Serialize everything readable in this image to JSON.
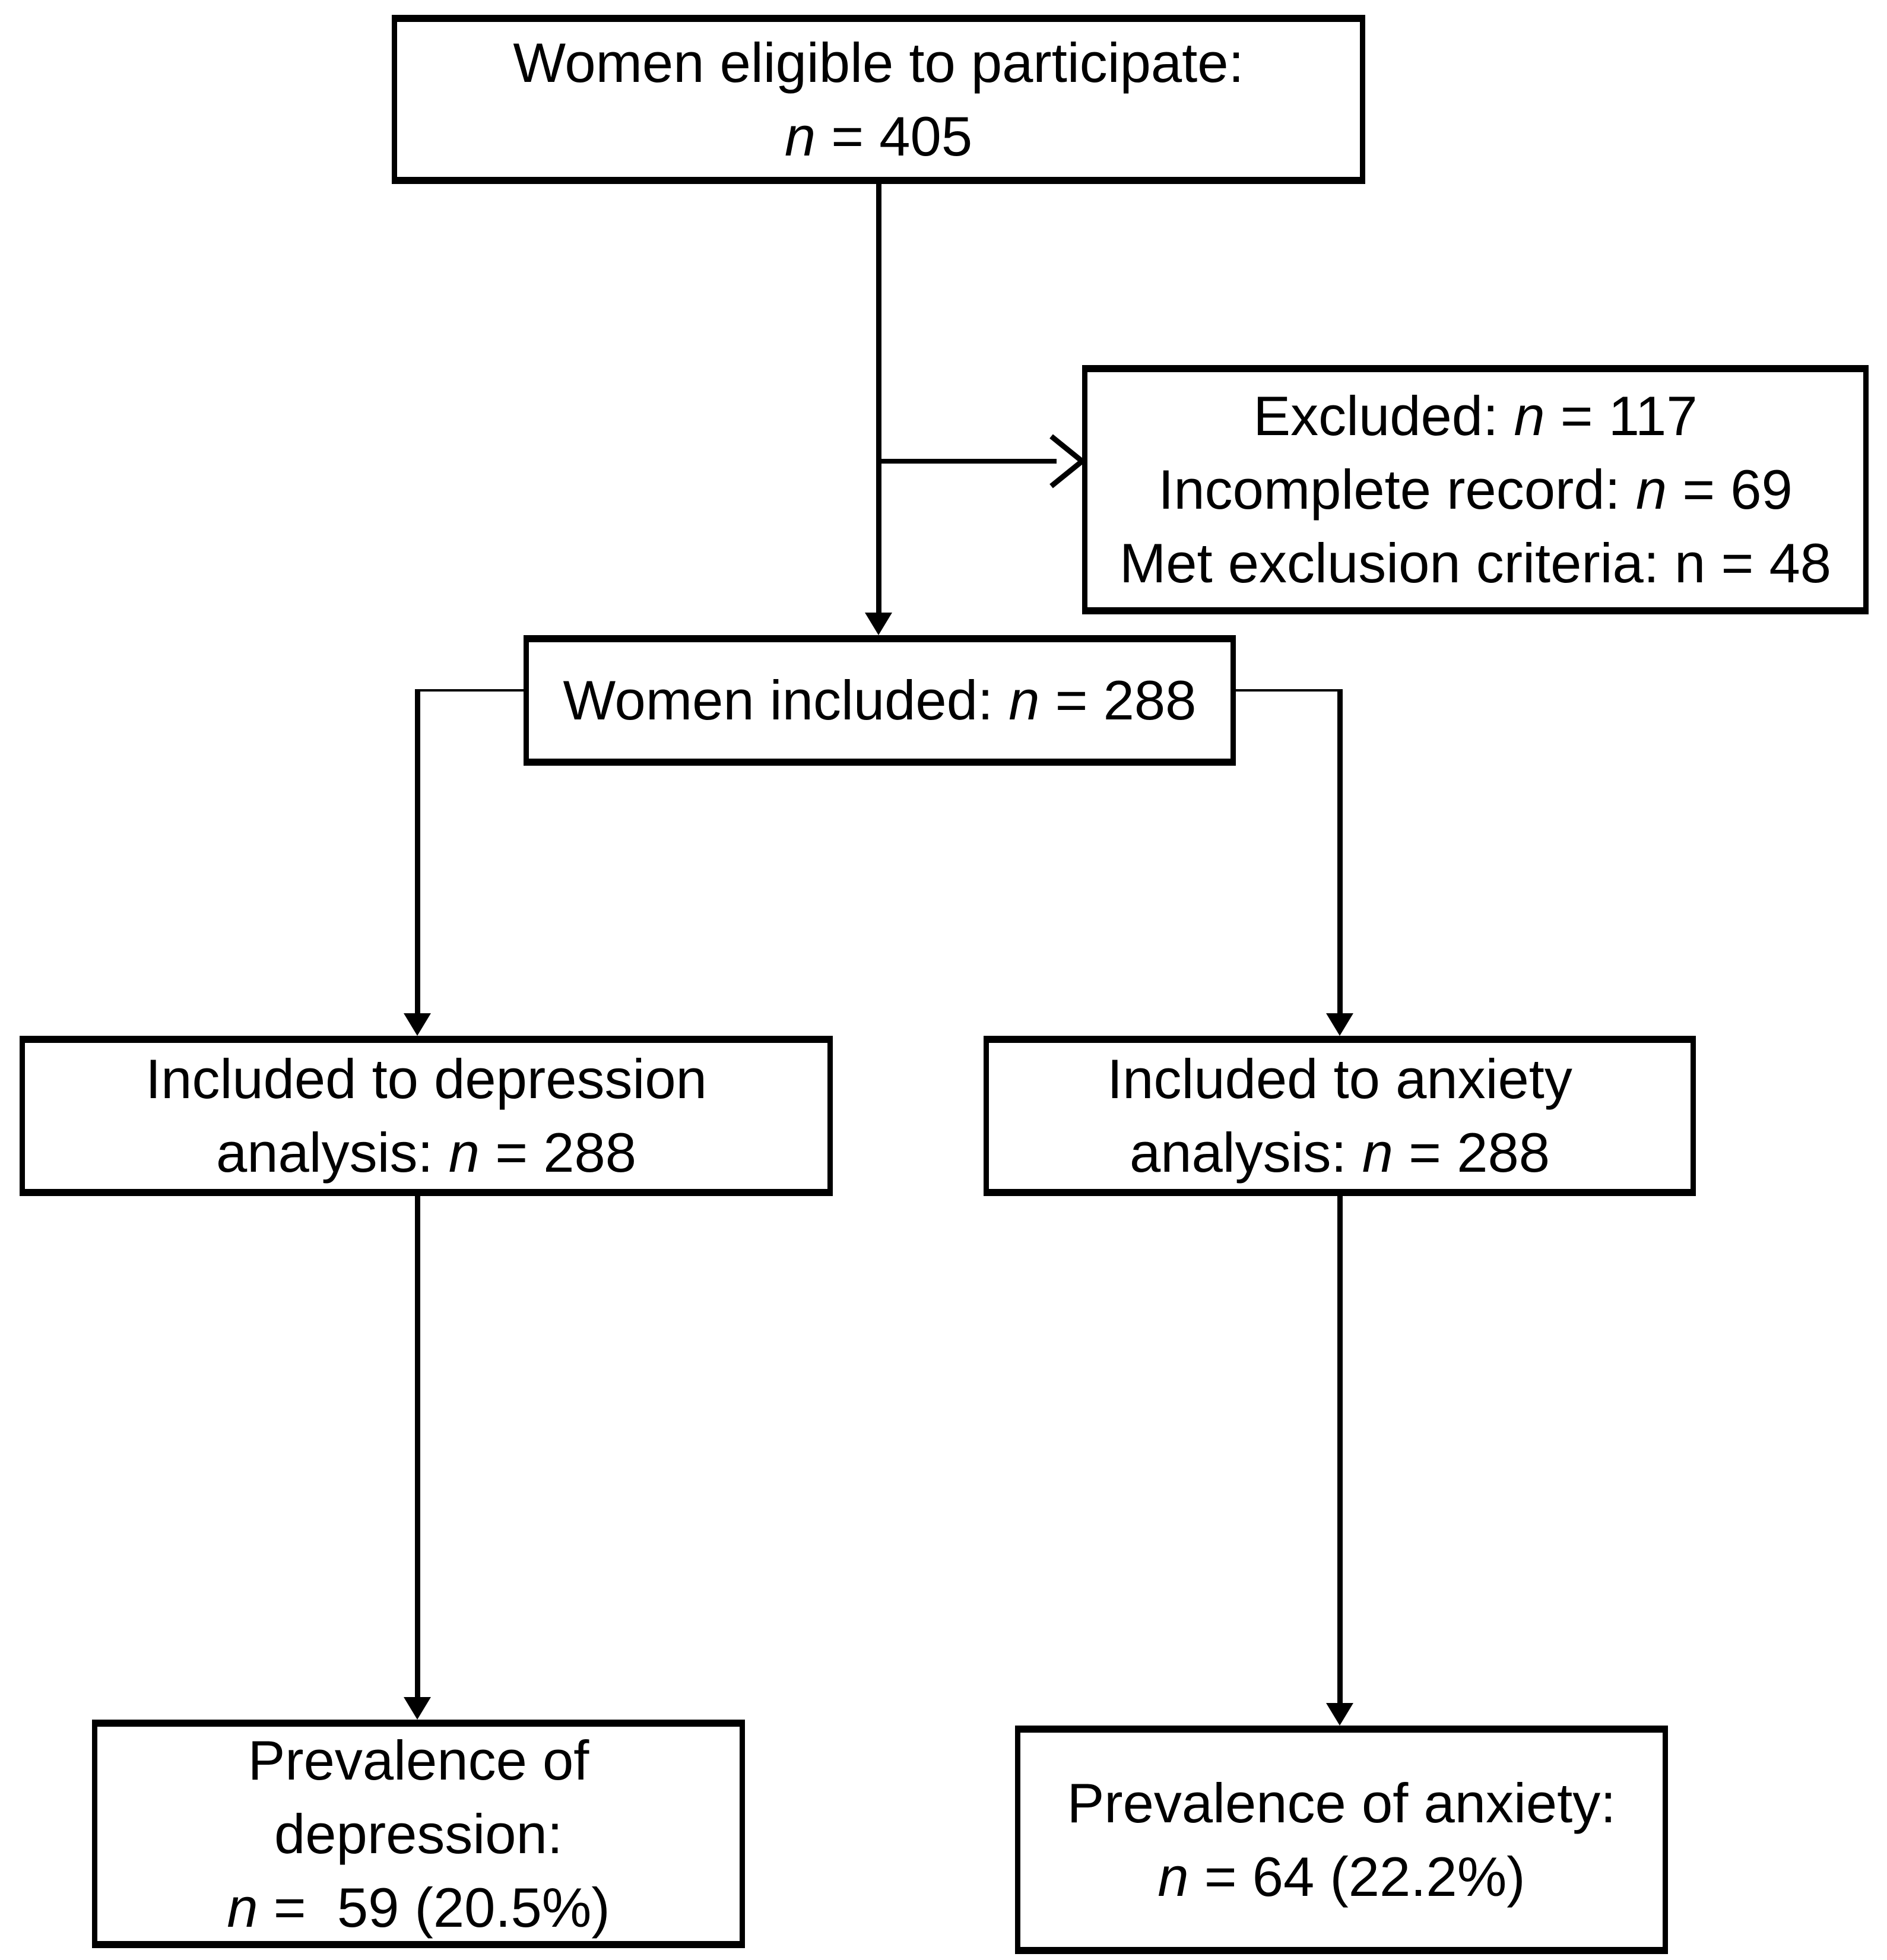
{
  "figure": {
    "type": "flow-diagram",
    "colors": {
      "background": "#ffffff",
      "ink": "#000000"
    },
    "nodes": {
      "eligible": {
        "lines": [
          [
            {
              "t": "Women eligible to participate:"
            }
          ],
          [
            {
              "t": "n",
              "i": true
            },
            {
              "t": " = 405"
            }
          ]
        ]
      },
      "excluded": {
        "lines": [
          [
            {
              "t": "Excluded: "
            },
            {
              "t": "n",
              "i": true
            },
            {
              "t": " = 117"
            }
          ],
          [
            {
              "t": "Incomplete record: "
            },
            {
              "t": "n",
              "i": true
            },
            {
              "t": " = 69"
            }
          ],
          [
            {
              "t": "Met exclusion criteria: n = 48"
            }
          ]
        ]
      },
      "included": {
        "lines": [
          [
            {
              "t": "Women included: "
            },
            {
              "t": "n",
              "i": true
            },
            {
              "t": " = 288"
            }
          ]
        ]
      },
      "depression_analysis": {
        "lines": [
          [
            {
              "t": "Included to depression"
            }
          ],
          [
            {
              "t": "analysis: "
            },
            {
              "t": "n",
              "i": true
            },
            {
              "t": " = 288"
            }
          ]
        ]
      },
      "anxiety_analysis": {
        "lines": [
          [
            {
              "t": "Included to anxiety"
            }
          ],
          [
            {
              "t": "analysis: "
            },
            {
              "t": "n",
              "i": true
            },
            {
              "t": " = 288"
            }
          ]
        ]
      },
      "depression_prevalence": {
        "lines": [
          [
            {
              "t": "Prevalence of"
            }
          ],
          [
            {
              "t": "depression:"
            }
          ],
          [
            {
              "t": "n",
              "i": true
            },
            {
              "t": " =  59 (20.5%)"
            }
          ]
        ]
      },
      "anxiety_prevalence": {
        "lines": [
          [
            {
              "t": "Prevalence of anxiety:"
            }
          ],
          [
            {
              "t": "n",
              "i": true
            },
            {
              "t": " = 64 (22.2%)"
            }
          ]
        ]
      }
    }
  }
}
